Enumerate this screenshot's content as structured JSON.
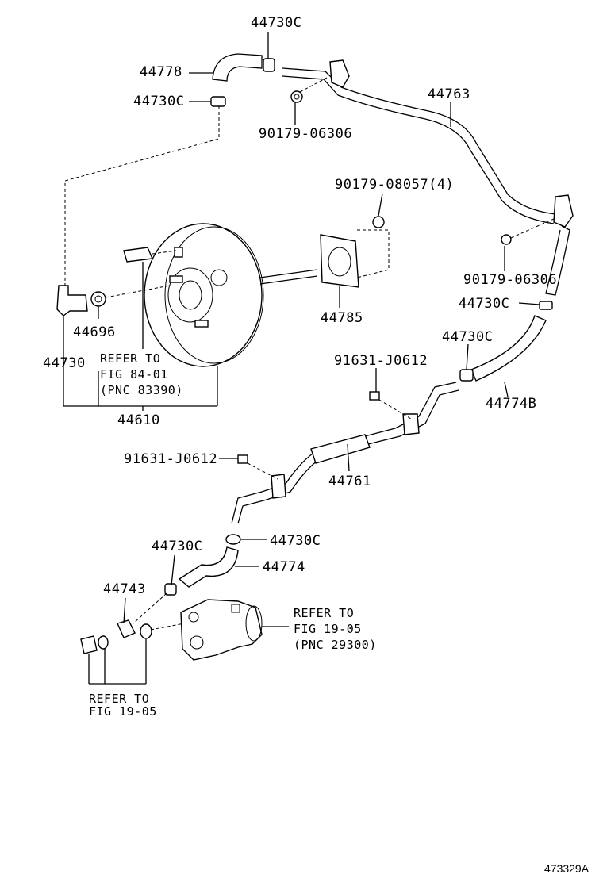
{
  "labels": {
    "p44730C_top": "44730C",
    "p44778": "44778",
    "p44730C_left": "44730C",
    "p90179_06306_top": "90179-06306",
    "p44763": "44763",
    "p90179_08057": "90179-08057(4)",
    "p90179_06306_right": "90179-06306",
    "p44730C_right": "44730C",
    "p44785": "44785",
    "p44696": "44696",
    "p44730": "44730",
    "p44610": "44610",
    "p44730C_mid": "44730C",
    "p91631_J0612_a": "91631-J0612",
    "p44774B": "44774B",
    "p91631_J0612_b": "91631-J0612",
    "p44761": "44761",
    "p44730C_low_left": "44730C",
    "p44730C_low_right": "44730C",
    "p44774": "44774",
    "p44743": "44743"
  },
  "refs": {
    "ref1": [
      "REFER TO",
      "FIG 84-01",
      "(PNC 83390)"
    ],
    "ref2": [
      "REFER TO",
      "FIG 19-05",
      "(PNC 29300)"
    ],
    "ref3": [
      "REFER TO",
      "FIG 19-05"
    ]
  },
  "figure_id": "473329A"
}
